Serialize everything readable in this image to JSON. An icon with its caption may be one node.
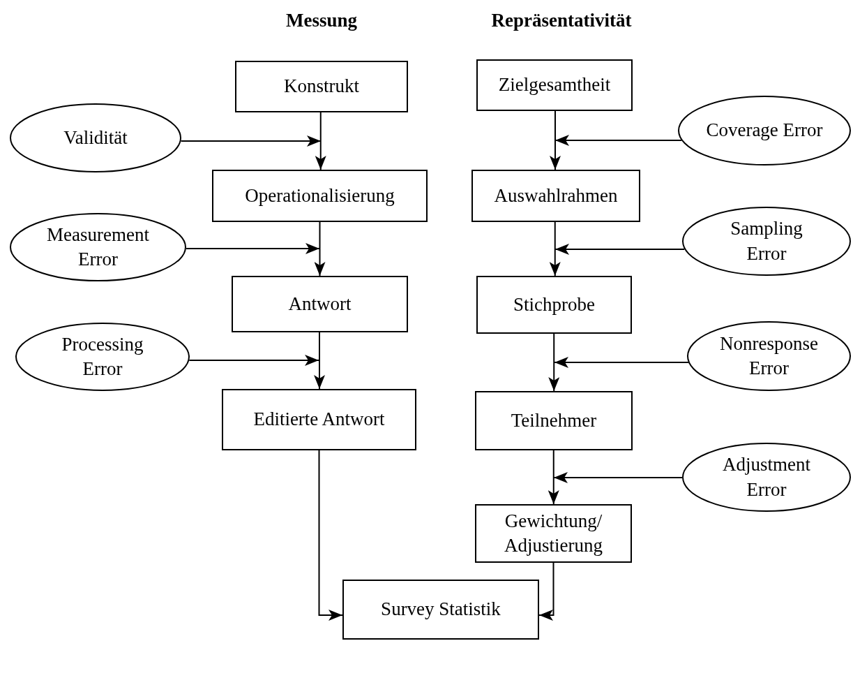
{
  "diagram": {
    "nodes": [
      {
        "text": [
          "Konstrukt"
        ]
      },
      {
        "text": [
          "Validität"
        ]
      },
      {
        "text": [
          "Operationalisierung"
        ]
      },
      {
        "text": [
          "Measurement Error"
        ]
      },
      {
        "text": [
          "Antwort"
        ]
      },
      {
        "text": [
          "Processing Error"
        ]
      },
      {
        "text": [
          "Editierte Antwort"
        ]
      },
      {
        "text": [
          "Zielgesamtheit"
        ]
      },
      {
        "text": [
          "Coverage Error"
        ]
      },
      {
        "text": [
          "Auswahlrahmen"
        ]
      },
      {
        "text": [
          "Sampling Error"
        ]
      },
      {
        "text": [
          "Stichprobe"
        ]
      },
      {
        "text": [
          "Nonresponse Error"
        ]
      },
      {
        "text": [
          "Teilnehmer"
        ]
      },
      {
        "text": [
          "Adjustment Error"
        ]
      },
      {
        "text": [
          "Gewichtung/ Adjustierung"
        ]
      },
      {
        "text": [
          "Survey Statistik"
        ]
      }
    ],
    "edges": [
      {
        "from": 0,
        "to": 2,
        "arrow": "to"
      },
      {
        "from": 1,
        "to": null,
        "arrow": "to"
      },
      {
        "from": 2,
        "to": 4,
        "arrow": "to"
      },
      {
        "from": 3,
        "to": null,
        "arrow": "to"
      },
      {
        "from": 4,
        "to": 6,
        "arrow": "to"
      },
      {
        "from": 5,
        "to": null,
        "arrow": "to"
      },
      {
        "from": 6,
        "to": 16,
        "arrow": "to"
      },
      {
        "from": 7,
        "to": 9,
        "arrow": "to"
      },
      {
        "from": 8,
        "to": null,
        "arrow": "to"
      },
      {
        "from": 9,
        "to": 11,
        "arrow": "to"
      },
      {
        "from": 10,
        "to": null,
        "arrow": "to"
      },
      {
        "from": 11,
        "to": 13,
        "arrow": "to"
      },
      {
        "from": 12,
        "to": null,
        "arrow": "to"
      },
      {
        "from": 13,
        "to": 15,
        "arrow": "to"
      },
      {
        "from": 14,
        "to": null,
        "arrow": "to"
      },
      {
        "from": 15,
        "to": 16,
        "arrow": "to"
      }
    ],
    "labels": [
      "Messung",
      "Repräsentativität"
    ]
  }
}
